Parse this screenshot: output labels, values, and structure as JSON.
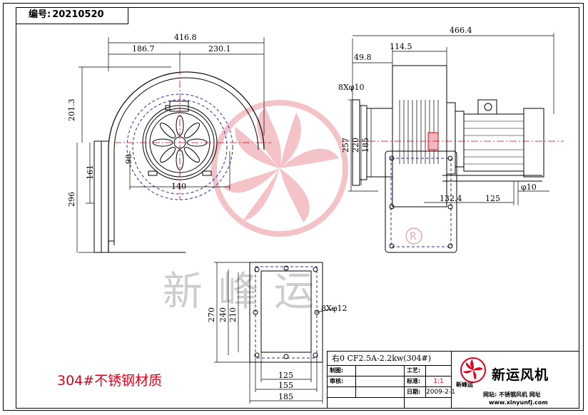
{
  "code": {
    "label": "编号:",
    "value": "20210520"
  },
  "material": "304#不锈钢材质",
  "colors": {
    "outline": "#000000",
    "hidden": "#2a2aa0",
    "center": "#e0001a",
    "dim": "#e0001a",
    "watermark": "#f2b9bf"
  },
  "watermark": {
    "text": "新峰运",
    "registered": "R"
  },
  "dims": {
    "front": {
      "total_width": "416.8",
      "left_width": "186.7",
      "right_width": "230.1",
      "upper_height": "201.3",
      "outlet_height": "161",
      "lower_height": "296",
      "inlet": "140",
      "small": "90"
    },
    "side": {
      "total": "466.4",
      "offset": "114.5",
      "inlet_depth": "49.8",
      "holes": "8Xφ10",
      "h257": "257",
      "h220": "220",
      "h185": "185",
      "base_a": "132.4",
      "base_b": "125",
      "base_hole": "φ10"
    },
    "flange": {
      "h270": "270",
      "h240": "240",
      "h210": "210",
      "holes": "8Xφ12",
      "w125": "125",
      "w155": "155",
      "w185": "185"
    }
  },
  "title_block": {
    "model": "右0 CF2.5A-2.2kw(304#)",
    "process_label": "工艺:",
    "draw_label": "制图:",
    "check_label": "审核:",
    "scale_label": "标准:",
    "scale_value": "1:1",
    "date_label": "日期:",
    "date_value": "2009-2-1",
    "company": "新运风机",
    "logo_small": "新峰运",
    "site_label": "网站: 不锈钢风机 网址",
    "url": "www.xinyunfj.com"
  }
}
